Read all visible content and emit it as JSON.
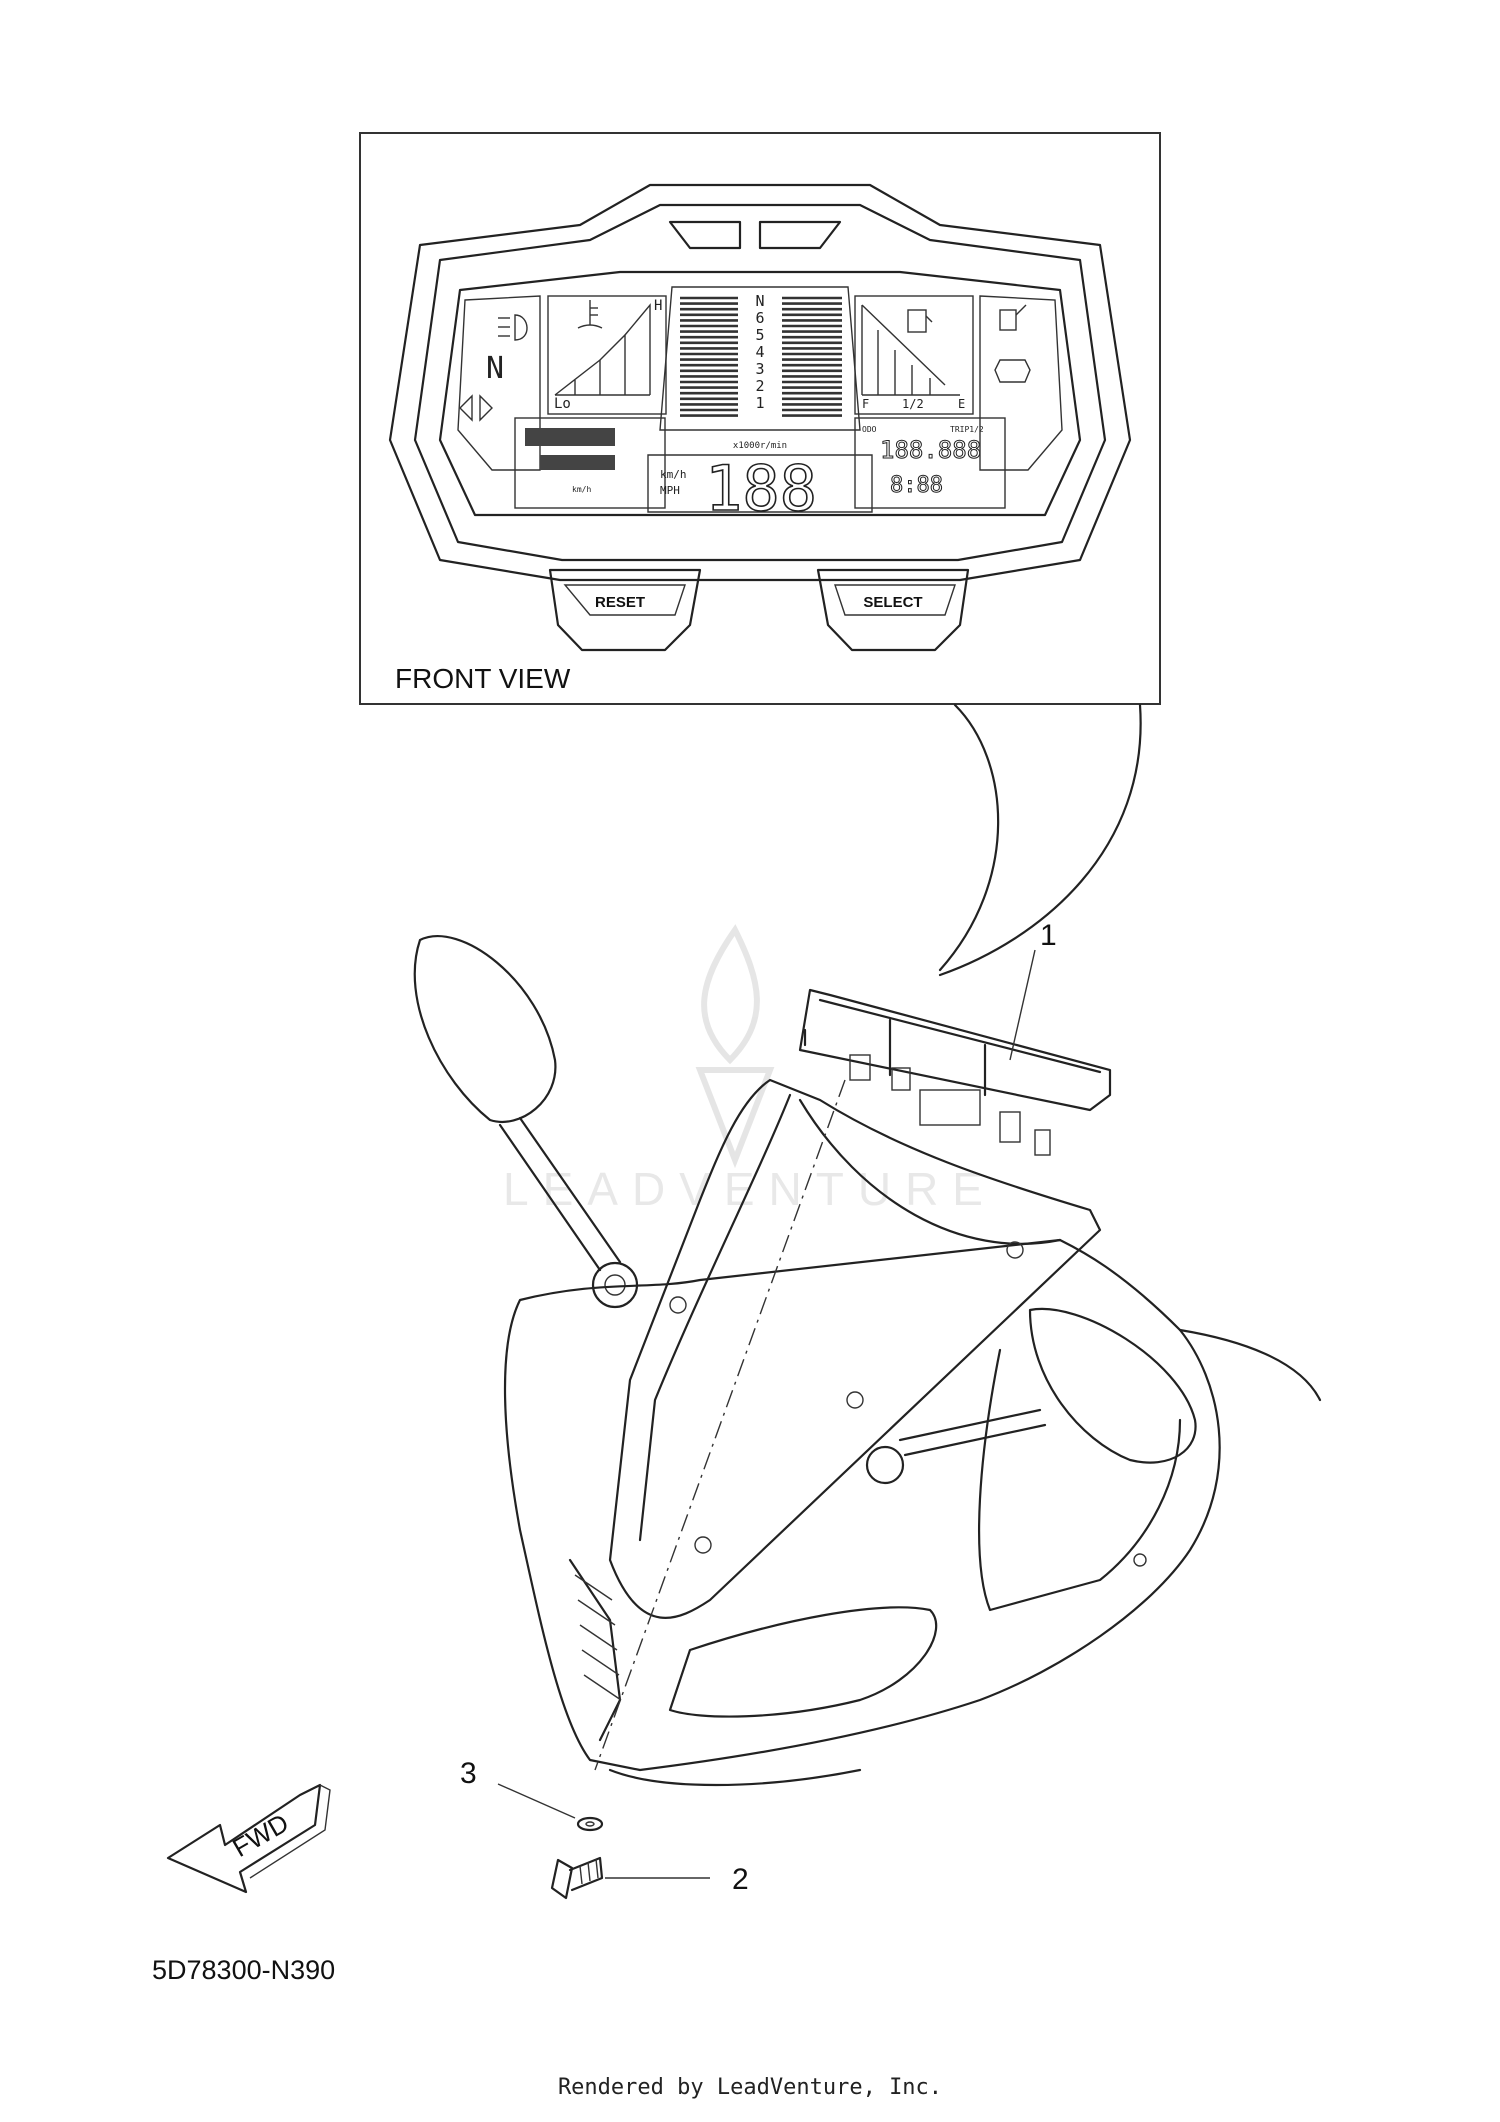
{
  "diagram": {
    "inset_label": "FRONT VIEW",
    "buttons": {
      "reset": "RESET",
      "select": "SELECT"
    },
    "gear_indicator": [
      "N",
      "6",
      "5",
      "4",
      "3",
      "2",
      "1"
    ],
    "temp_low_label": "Lo",
    "temp_high_label": "H",
    "speed_units": [
      "km/h",
      "MPH"
    ],
    "speed_digits": "188",
    "fuel_labels": {
      "full": "F",
      "half": "1/2",
      "empty": "E"
    },
    "odo_label": "ODO",
    "trip_label": "TRIP1/2",
    "odo_digits": "188.888",
    "clock_digits": "8:88",
    "neutral_label": "N",
    "tach_label": "x1000r/min",
    "callouts": [
      {
        "id": "1"
      },
      {
        "id": "2"
      },
      {
        "id": "3"
      }
    ],
    "fwd_label": "FWD",
    "part_code": "5D78300-N390",
    "watermark": "LEADVENTURE",
    "footer": "Rendered by LeadVenture, Inc."
  }
}
